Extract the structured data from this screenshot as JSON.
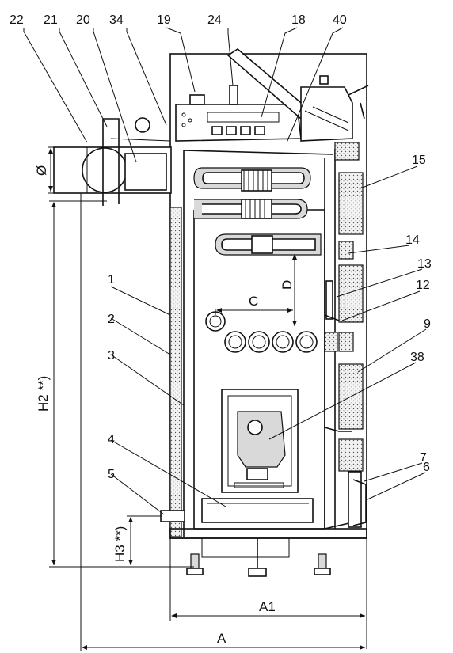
{
  "callouts": [
    "22",
    "21",
    "20",
    "34",
    "19",
    "24",
    "18",
    "40",
    "15",
    "14",
    "13",
    "12",
    "9",
    "38",
    "7",
    "6",
    "1",
    "2",
    "3",
    "4",
    "5"
  ],
  "dimensions": {
    "diameter": "Ø",
    "h2": "H2 **)",
    "h3": "H3 **)",
    "c": "C",
    "d": "D",
    "a1": "A1",
    "a": "A"
  }
}
